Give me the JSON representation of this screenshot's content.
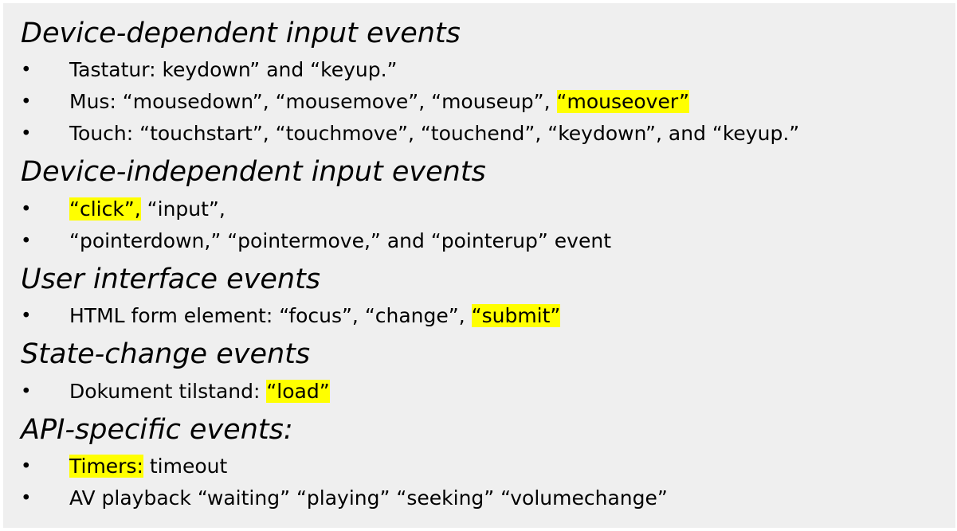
{
  "sections": [
    {
      "heading": "Device-dependent input events",
      "items": [
        {
          "segments": [
            "Tastatur: keydown” and “keyup.”"
          ]
        },
        {
          "segments": [
            "Mus: “mousedown”, “mousemove”, “mouseup”, ",
            "“mouseover”"
          ]
        },
        {
          "segments": [
            "Touch: “touchstart”, “touchmove”, “touchend”, “keydown”, and “keyup.”"
          ]
        }
      ]
    },
    {
      "heading": "Device-independent input events",
      "items": [
        {
          "segments": [
            "“click”,",
            " “input”,"
          ]
        },
        {
          "segments": [
            " “pointerdown,” “pointermove,” and “pointerup” event"
          ]
        }
      ]
    },
    {
      "heading": "User interface events",
      "items": [
        {
          "segments": [
            "HTML form element: “focus”, “change”, ",
            "“submit”"
          ]
        }
      ]
    },
    {
      "heading": "State-change events",
      "items": [
        {
          "segments": [
            "Dokument tilstand: ",
            "“load”"
          ]
        }
      ]
    },
    {
      "heading": "API-specific events:",
      "items": [
        {
          "segments": [
            "Timers:",
            " timeout"
          ]
        },
        {
          "segments": [
            "AV playback “waiting” “playing” “seeking” “volumechange”"
          ]
        }
      ]
    }
  ],
  "bullet_char": "•",
  "highlight_color": "#ffff00",
  "text_color": "#000000",
  "background_color": "#efefef"
}
